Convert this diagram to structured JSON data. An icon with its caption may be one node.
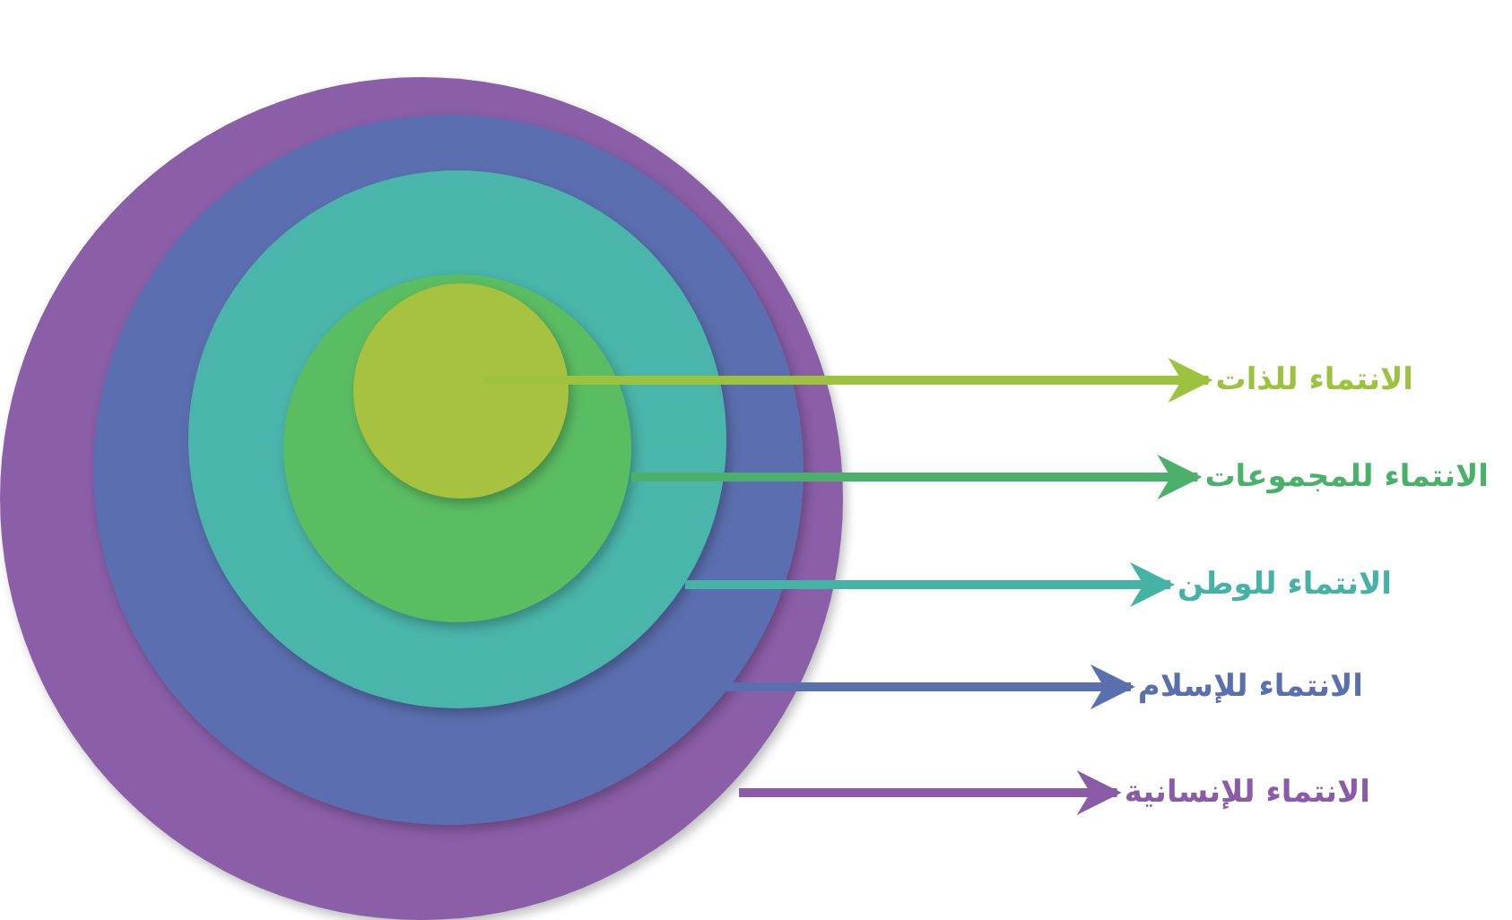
{
  "diagram": {
    "nodes": [
      {
        "text": [],
        "shape": "circle"
      },
      {
        "text": [],
        "shape": "circle",
        "in": 0
      },
      {
        "text": [],
        "shape": "circle",
        "in": 1
      },
      {
        "text": [],
        "shape": "circle",
        "in": 2
      },
      {
        "text": [],
        "shape": "circle",
        "in": 3
      },
      {
        "text": [
          "الانتماء للذات"
        ]
      },
      {
        "text": [
          "الانتماء للمجموعات"
        ]
      },
      {
        "text": [
          "الانتماء للوطن"
        ]
      },
      {
        "text": [
          "الانتماء للإسلام"
        ]
      },
      {
        "text": [
          "الانتماء للإنسانية"
        ]
      }
    ],
    "edges": [
      {
        "from": 4,
        "to": 5,
        "arrow": "to",
        "color": "#9cc23e"
      },
      {
        "from": 3,
        "to": 6,
        "arrow": "to",
        "color": "#4bb06a"
      },
      {
        "from": 2,
        "to": 7,
        "arrow": "to",
        "color": "#45b2a6"
      },
      {
        "from": 1,
        "to": 8,
        "arrow": "to",
        "color": "#5a70ae"
      },
      {
        "from": 0,
        "to": 9,
        "arrow": "to",
        "color": "#8a5ca8"
      }
    ]
  }
}
